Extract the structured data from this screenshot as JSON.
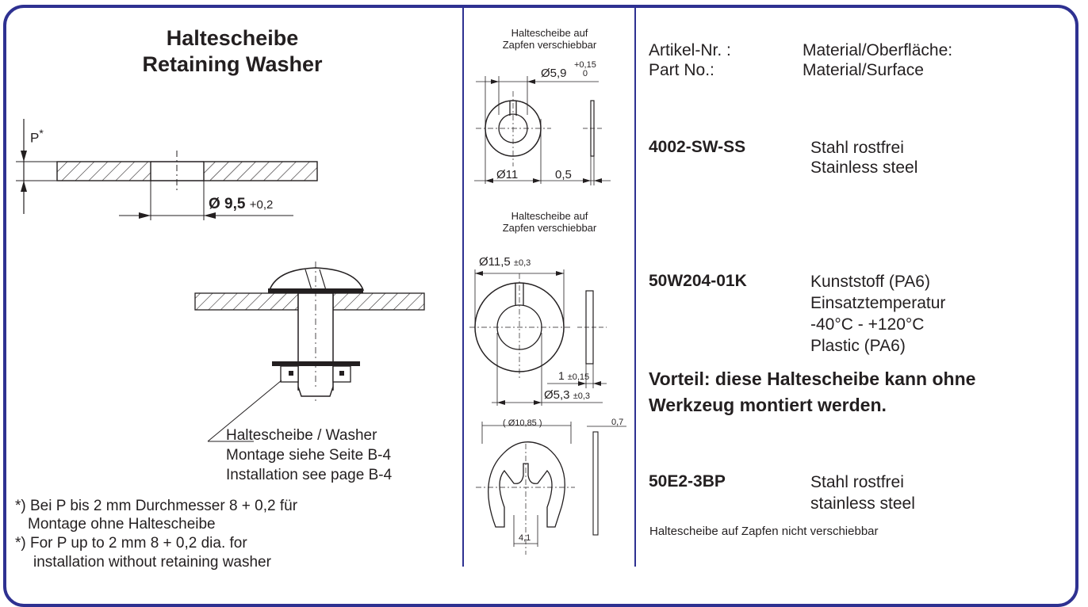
{
  "left": {
    "title_de": "Haltescheibe",
    "title_en": "Retaining Washer",
    "label_p": "P",
    "label_p_star": "*",
    "dia_main": "Ø 9,5",
    "dia_main_tol": "+0,2",
    "callout": [
      "Haltescheibe / Washer",
      "Montage siehe Seite B-4",
      "Installation see page B-4"
    ],
    "footnotes": [
      "*) Bei P bis 2 mm Durchmesser 8 + 0,2 für",
      "Montage ohne Haltescheibe",
      "*) For P up to 2 mm 8 + 0,2 dia. for",
      "installation without retaining washer"
    ]
  },
  "middle": {
    "caption1": [
      "Haltescheibe auf",
      "Zapfen verschiebbar"
    ],
    "d1_outer": "Ø11",
    "d1_inner": "Ø5,9",
    "d1_tol_top": "+0,15",
    "d1_tol_bottom": "0",
    "d1_thick": "0,5",
    "caption2": [
      "Haltescheibe auf",
      "Zapfen verschiebbar"
    ],
    "d2_outer": "Ø11,5",
    "d2_outer_tol": "±0,3",
    "d2_thick": "1",
    "d2_thick_tol": "±0,15",
    "d2_inner": "Ø5,3",
    "d2_inner_tol": "±0,3",
    "d3_outer": "( Ø10,85 )",
    "d3_thick": "0,7",
    "d3_gap": "4,1"
  },
  "right": {
    "header_label_de": "Artikel-Nr. :",
    "header_label_en": "Part No.:",
    "header_mat_de": "Material/Oberfläche:",
    "header_mat_en": "Material/Surface",
    "items": [
      {
        "part": "4002-SW-SS",
        "mat": [
          "Stahl rostfrei",
          "Stainless steel"
        ]
      },
      {
        "part": "50W204-01K",
        "mat": [
          "Kunststoff (PA6)",
          "Einsatztemperatur",
          "-40°C -  +120°C",
          "Plastic (PA6)"
        ]
      },
      {
        "part": "50E2-3BP",
        "mat": [
          "Stahl rostfrei",
          "stainless steel"
        ]
      }
    ],
    "advantage": [
      "Vorteil: diese Haltescheibe kann ohne",
      "Werkzeug montiert werden."
    ],
    "footer_note": "Haltescheibe auf Zapfen nicht verschiebbar"
  }
}
